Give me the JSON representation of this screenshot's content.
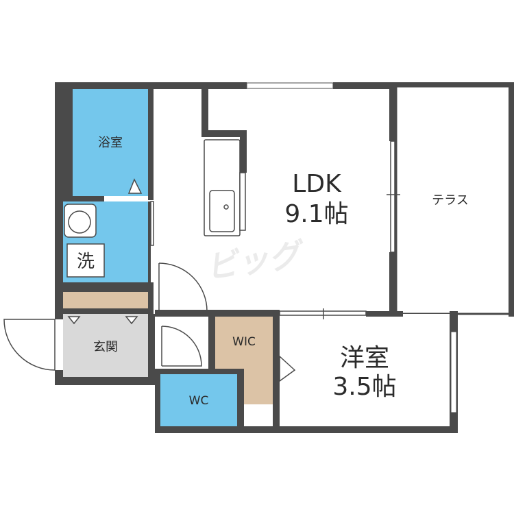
{
  "rooms": {
    "bath": "浴室",
    "laundry": "洗",
    "ldk_name": "LDK",
    "ldk_size": "9.1帖",
    "terrace": "テラス",
    "entrance": "玄関",
    "wic": "WIC",
    "wc": "WC",
    "western_name": "洋室",
    "western_size": "3.5帖"
  },
  "watermark": "ビッグ",
  "colors": {
    "wall": "#4a4a4a",
    "wet_area": "#74c7ec",
    "entrance_floor": "#d9d9d9",
    "closet_floor": "#dcc3a6",
    "storage_floor": "#dcc3a6",
    "floor": "#ffffff"
  }
}
